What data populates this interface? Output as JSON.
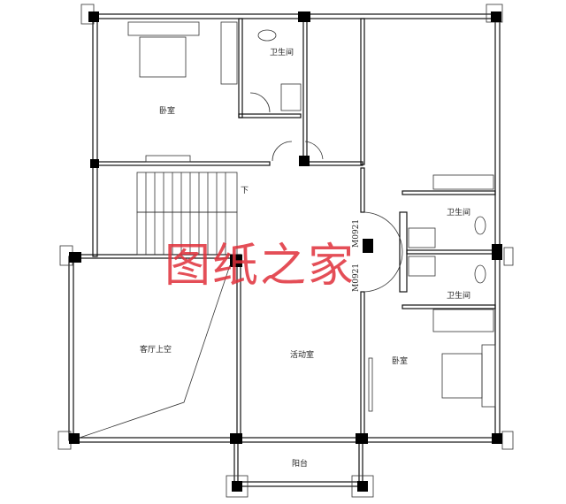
{
  "plan": {
    "rooms": {
      "bedroom_top": "卧室",
      "bath_top": "卫生间",
      "stair_down": "下",
      "bath_right_upper": "卫生间",
      "bath_right_lower": "卫生间",
      "living_void": "客厅上空",
      "activity_room": "活动室",
      "bedroom_right": "卧室",
      "balcony": "阳台"
    },
    "door_codes": [
      "M0921",
      "M0921"
    ]
  },
  "watermark": "图纸之家",
  "colors": {
    "watermark": "#e0303a",
    "lines": "#111111"
  }
}
